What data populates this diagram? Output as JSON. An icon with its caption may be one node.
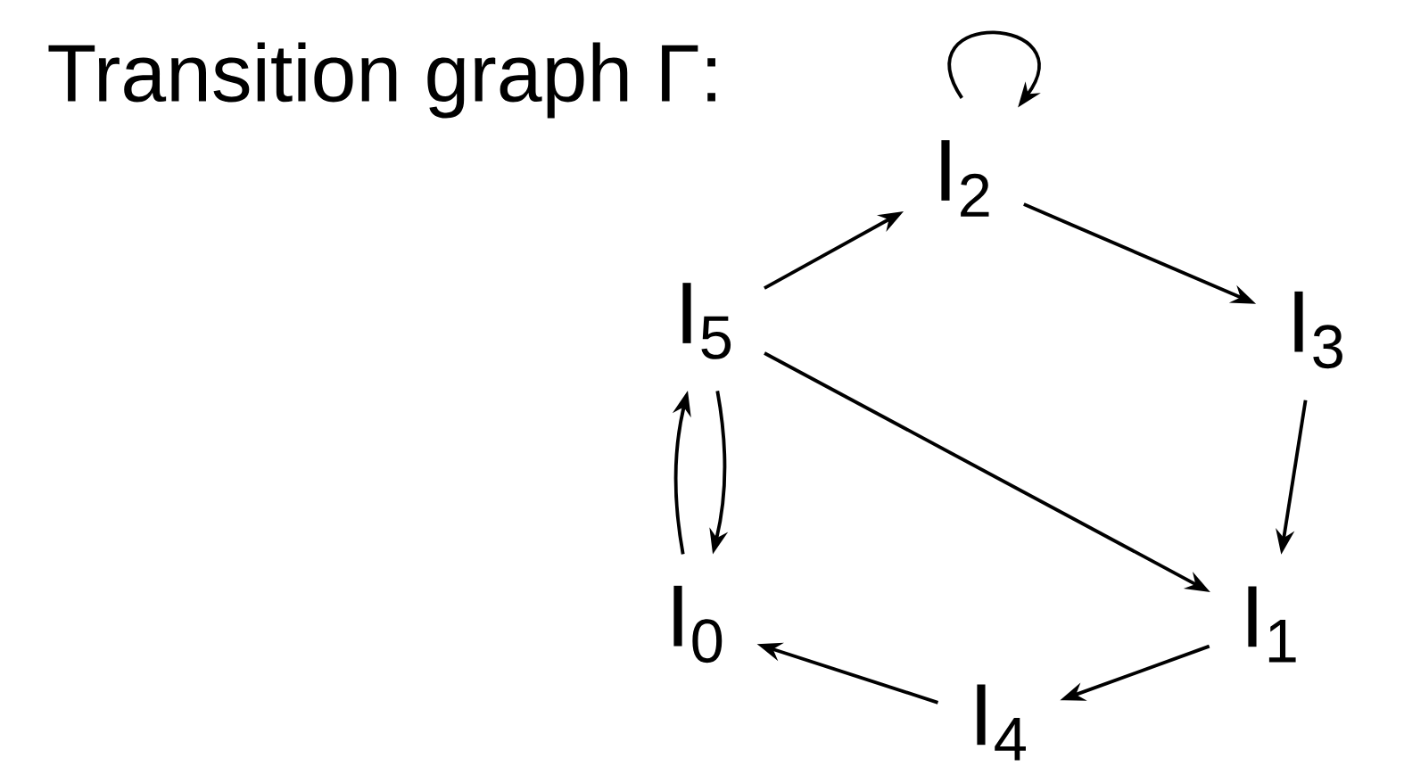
{
  "diagram": {
    "title": "Transition graph Γ:",
    "nodes": [
      {
        "text": [
          "I$_{2}$"
        ]
      },
      {
        "text": [
          "I$_{5}$"
        ]
      },
      {
        "text": [
          "I$_{3}$"
        ]
      },
      {
        "text": [
          "I$_{0}$"
        ]
      },
      {
        "text": [
          "I$_{1}$"
        ]
      },
      {
        "text": [
          "I$_{4}$"
        ]
      }
    ],
    "edges": [
      {
        "from": 0,
        "to": 0,
        "arrow": "to"
      },
      {
        "from": 1,
        "to": 0,
        "arrow": "to"
      },
      {
        "from": 0,
        "to": 2,
        "arrow": "to"
      },
      {
        "from": 2,
        "to": 4,
        "arrow": "to"
      },
      {
        "from": 4,
        "to": 5,
        "arrow": "to"
      },
      {
        "from": 5,
        "to": 3,
        "arrow": "to"
      },
      {
        "from": 1,
        "to": 3,
        "arrow": "to"
      },
      {
        "from": 3,
        "to": 1,
        "arrow": "to"
      },
      {
        "from": 1,
        "to": 4,
        "arrow": "to"
      }
    ]
  }
}
